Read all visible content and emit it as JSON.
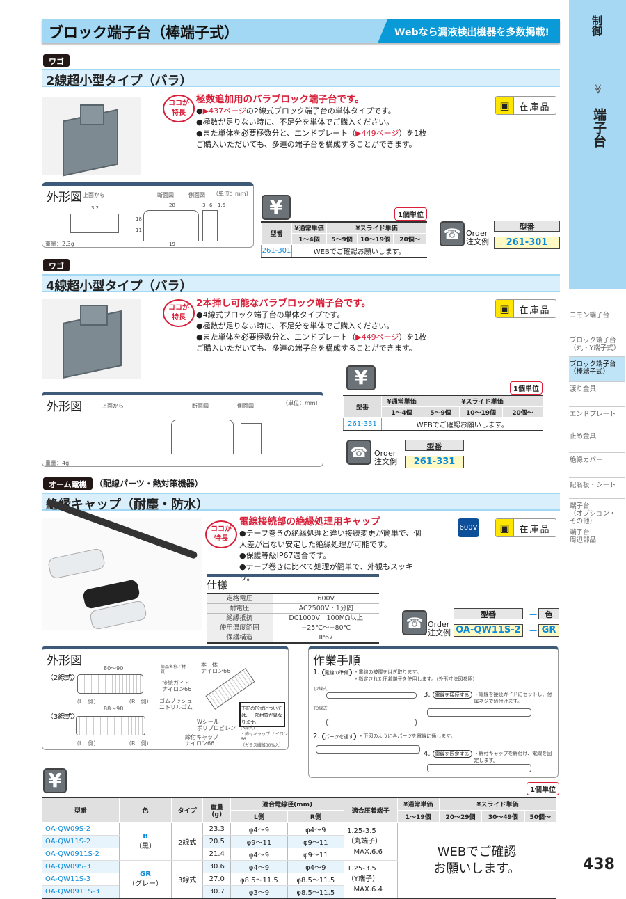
{
  "header": {
    "title": "ブロック端子台（棒端子式）",
    "banner": "Webなら漏液検出機器を多数掲載!"
  },
  "side": {
    "category": "制御",
    "chevron": "≫",
    "subcategory": "端子台",
    "nav": [
      "コモン端子台",
      "ブロック端子台\n（丸・Y端子式）",
      "ブロック端子台\n（棒端子式）",
      "渡り金具",
      "エンドプレート",
      "止め金具",
      "絶縁カバー",
      "記名板・シート",
      "端子台\n（オプション・\nその他）",
      "端子台\n周辺部品"
    ],
    "active_index": 2
  },
  "common": {
    "koko": "ココが",
    "tokucho": "特長",
    "stock": "在庫品",
    "unit": "1個単位",
    "order_en": "Order",
    "order_jp": "注文例",
    "outline": "外形図",
    "unit_mm": "（単位：mm）",
    "top_view": "上面から",
    "section_view": "断面図",
    "side_view": "側面図",
    "kataban": "型番",
    "normal_price": "¥通常単価",
    "slide_price": "¥スライド単価",
    "web": "WEBでご確認お願いします。",
    "yen_icon": "yen-icon",
    "phone_icon": "phone-icon",
    "stock_icon": "box-icon",
    "colors": {
      "accent": "#a3d8f4",
      "banner": "#0a9ad8",
      "red": "#d9203a",
      "link": "#0a8ad8"
    }
  },
  "s1": {
    "brand": "ワゴ",
    "title": "2線超小型タイプ（バラ）",
    "headline": "極数追加用のバラブロック端子台です。",
    "bullets": [
      [
        "●",
        "▶437ページ",
        "の2線式ブロック端子台の単体タイプです。"
      ],
      [
        "●",
        "",
        "極数が足りない時に、不足分を単体でご購入ください。"
      ],
      [
        "●",
        "",
        "また単体を必要極数分と、エンドプレート（",
        "▶449ページ",
        "）を1枚ご購入いただいても、多連の端子台を構成することができます。"
      ]
    ],
    "weight": "重量：2.3g",
    "dims": [
      "3.2",
      "28",
      "3",
      "6",
      "1.5",
      "18",
      "11",
      "19"
    ],
    "qty": [
      "1～4個",
      "5～9個",
      "10～19個",
      "20個～"
    ],
    "model": "261-301"
  },
  "s2": {
    "brand": "ワゴ",
    "title": "4線超小型タイプ（バラ）",
    "headline": "2本挿し可能なバラブロック端子台です。",
    "bullets": [
      "●4線式ブロック端子台の単体タイプです。",
      "●極数が足りない時に、不足分を単体でご購入ください。",
      "●また単体を必要極数分と、エンドプレート（",
      "▶449ページ",
      "）を1枚ご購入いただいても、多連の端子台を構成することができます。"
    ],
    "weight": "重量：4g",
    "qty": [
      "1～4個",
      "5～9個",
      "10～19個",
      "20個～"
    ],
    "model": "261-331"
  },
  "s3": {
    "brand": "オーム電機",
    "brand_sub": "（配線パーツ・熱対策機器）",
    "title": "絶縁キャップ（耐塵・防水）",
    "headline": "電線接続部の絶縁処理用キャップ",
    "bullets": [
      "●テープ巻きの絶縁処理と違い接続変更が簡単で、個人差が出ない安定した絶縁処理が可能です。",
      "●保護等級IP67適合です。",
      "●テープ巻きに比べて処理が簡単で、外観もスッキリ。"
    ],
    "voltage_badge": "600V",
    "spec_title": "仕様",
    "spec": [
      [
        "定格電圧",
        "600V"
      ],
      [
        "耐電圧",
        "AC2500V・1分間"
      ],
      [
        "絶縁抵抗",
        "DC1000V　100MΩ以上"
      ],
      [
        "使用温度範囲",
        "−25℃～+80℃"
      ],
      [
        "保護構造",
        "IP67"
      ]
    ],
    "order": {
      "col1": "型番",
      "col2": "色",
      "dash": "−",
      "model": "OA-QW11S-2",
      "color": "GR"
    },
    "outline": {
      "two": "〈2線式〉",
      "three": "〈3線式〉",
      "len2": "80～90",
      "len3": "88～98",
      "l": "（L　側）",
      "r": "（R　側）",
      "parts": [
        "本　体",
        "ナイロン66",
        "接続ガイド",
        "ナイロン66",
        "ゴムブッシュ",
        "ニトリルゴム",
        "Wシール",
        "ポリプロピレン",
        "締付キャップ",
        "ナイロン66"
      ],
      "legend": "部品名称／材　質",
      "note": "下記の形式については、一部材質が異なります。",
      "note2": "(3線式)\n・締付キャップ ナイロン66\n（ガラス繊維30%入）"
    },
    "steps": {
      "title": "作業手順",
      "items": [
        [
          "1.",
          "電線の準備",
          "・電線の被覆をはぎ取ります。\n・指定された圧着端子を使用します。（外形寸法図参照）"
        ],
        [
          "2.",
          "パーツを通す",
          "・下図のように各パーツを電線に通します。"
        ],
        [
          "3.",
          "電線を接続する",
          "・電線を接続ガイドにセットし、付属ネジで締付けます。"
        ],
        [
          "4.",
          "電線を固定する",
          "・締付キャップを締付け、電線を固定します。"
        ]
      ],
      "labels": [
        "[2線式]",
        "[3線式]"
      ]
    },
    "table": {
      "headers": [
        "型番",
        "色",
        "タイプ",
        "重量\n(g)",
        "適合電線径(mm)",
        "L側",
        "R側",
        "適合圧着端子",
        "¥通常単価",
        "¥スライド単価",
        "1～19個",
        "20～29個",
        "30～49個",
        "50個～"
      ],
      "rows": [
        [
          "OA-QW09S-2",
          "23.3",
          "φ4～9",
          "φ4～9"
        ],
        [
          "OA-QW11S-2",
          "20.5",
          "φ9～11",
          "φ9～11"
        ],
        [
          "OA-QW0911S-2",
          "21.4",
          "φ4～9",
          "φ9～11"
        ],
        [
          "OA-QW09S-3",
          "30.6",
          "φ4～9",
          "φ4～9"
        ],
        [
          "OA-QW11S-3",
          "27.0",
          "φ8.5～11.5",
          "φ8.5～11.5"
        ],
        [
          "OA-QW0911S-3",
          "30.7",
          "φ3～9",
          "φ8.5～11.5"
        ]
      ],
      "colors": [
        [
          "B",
          "（黒）"
        ],
        [
          "GR",
          "（グレー）"
        ]
      ],
      "types": [
        "2線式",
        "3線式"
      ],
      "terminals": [
        [
          "1.25-3.5",
          "（丸端子）",
          "MAX.6.6"
        ],
        [
          "1.25-3.5",
          "（Y端子）",
          "MAX.6.4"
        ]
      ],
      "web": "WEBでご確認\nお願いします。"
    }
  },
  "page_number": "438"
}
